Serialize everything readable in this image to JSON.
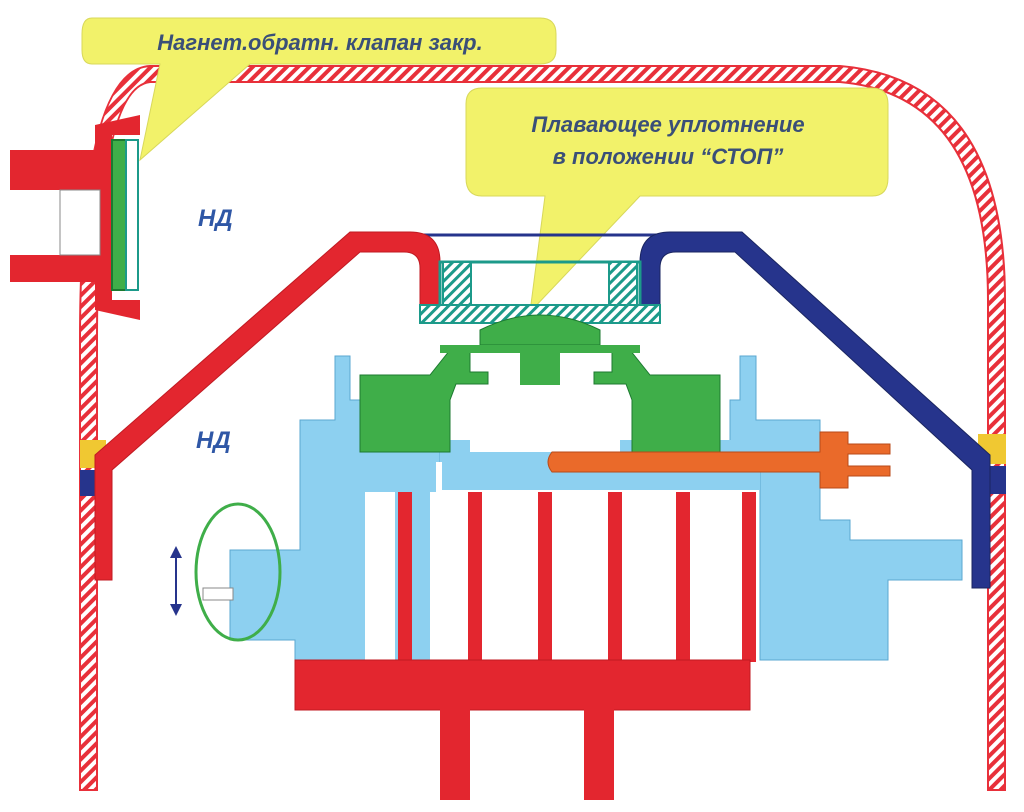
{
  "callouts": {
    "discharge_valve": "Нагнет.обратн. клапан закр.",
    "floating_seal_line1": "Плавающее уплотнение",
    "floating_seal_line2": "в положении “СТОП”"
  },
  "zones": {
    "upper": "НД",
    "lower": "НД"
  },
  "colors": {
    "shell_hatch": "#e8303a",
    "red_part": "#e3262f",
    "blue_part": "#26348c",
    "light_blue": "#8dd0f0",
    "green": "#3fae49",
    "orange": "#ea6a2a",
    "callout_fill": "#f2f26a",
    "teal_outline": "#1c9a8a"
  },
  "icons": {
    "motion_indicator": "double-arrow-vertical-icon"
  }
}
